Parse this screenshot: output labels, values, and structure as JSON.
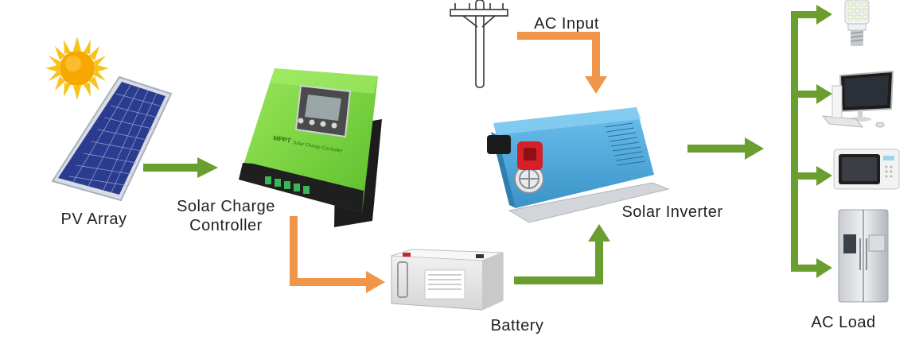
{
  "labels": {
    "pv_array": "PV Array",
    "charge_controller_line1": "Solar Charge",
    "charge_controller_line2": "Controller",
    "ac_input": "AC Input",
    "solar_inverter": "Solar Inverter",
    "battery": "Battery",
    "ac_load": "AC Load"
  },
  "device_text": {
    "controller_brand": "MPPT",
    "controller_subtitle": "Solar Charge Controller"
  },
  "colors": {
    "dc_power_arrow": "#6a9e2f",
    "charge_arrow": "#f0954a",
    "ac_input_arrow": "#f0954a",
    "inverter_body": "#4aa8dc",
    "controller_body": "#7dd83f",
    "sun": "#f7b500"
  },
  "icons": [
    "sun-icon",
    "solar-panel-icon",
    "utility-pole-icon",
    "light-bulb-icon",
    "computer-icon",
    "microwave-icon",
    "refrigerator-icon"
  ]
}
